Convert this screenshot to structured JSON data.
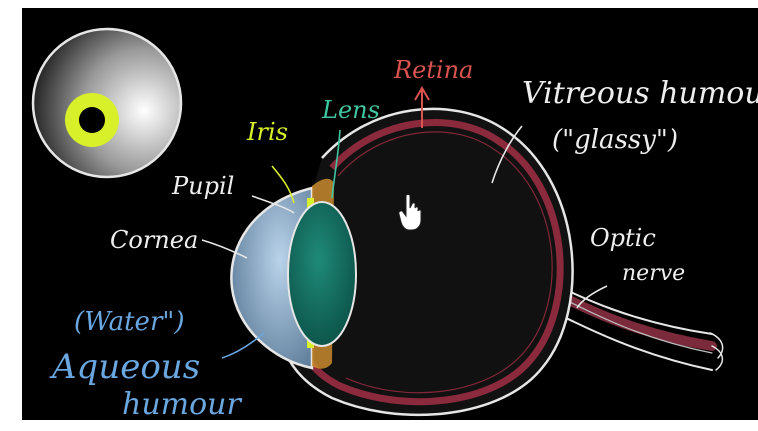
{
  "labels": {
    "retina": "Retina",
    "lens": "Lens",
    "iris": "Iris",
    "pupil": "Pupil",
    "vitreous_line1": "Vitreous humour",
    "vitreous_line2": "(\"glassy\")",
    "cornea": "Cornea",
    "optic_line1": "Optic",
    "optic_line2": "nerve",
    "water": "(Water\")",
    "aqueous_line1": "Aqueous",
    "aqueous_line2": "humour"
  },
  "colors": {
    "board": "#000000",
    "retina_label": "#d9534f",
    "lens_label": "#3fc6a0",
    "iris_label": "#d8f02a",
    "aqueous_label": "#6aa7e0",
    "white_label": "#eeeeee",
    "iris_ring": "#d8f02a",
    "lens_fill": "#0f6b5d",
    "retina_band": "#8a2a3c"
  },
  "icons": {
    "cursor": "hand-pointer-icon"
  }
}
